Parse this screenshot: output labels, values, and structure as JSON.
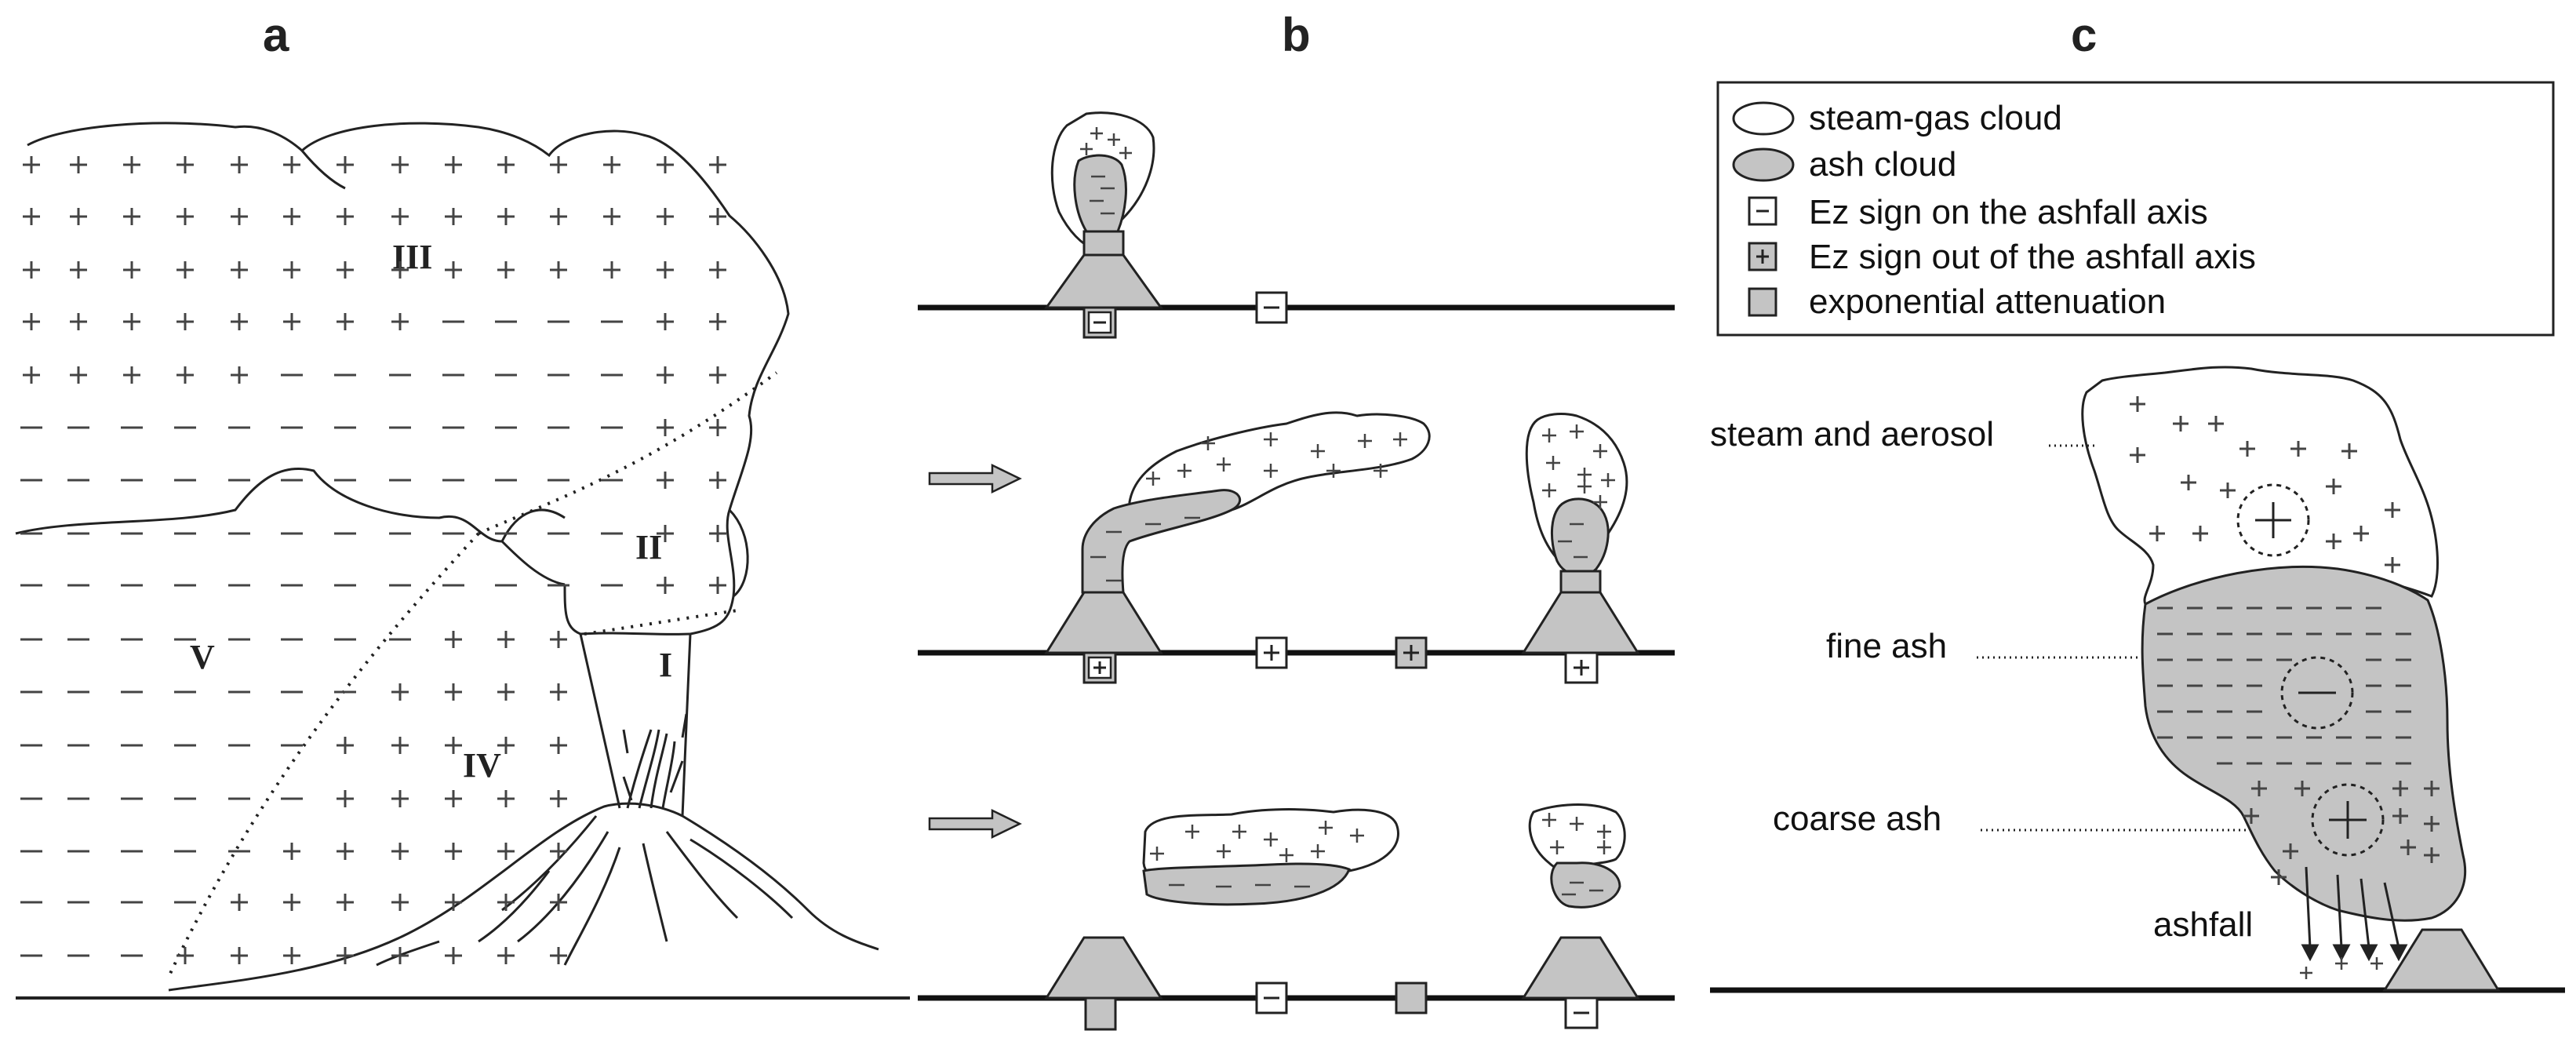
{
  "panels": {
    "a": "a",
    "b": "b",
    "c": "c"
  },
  "zones": {
    "i": "I",
    "ii": "II",
    "iii": "III",
    "iv": "IV",
    "v": "V"
  },
  "legend": [
    {
      "label": "steam-gas cloud"
    },
    {
      "label": "ash cloud"
    },
    {
      "label": "Ez sign on the ashfall axis"
    },
    {
      "label": "Ez sign out of the ashfall axis"
    },
    {
      "label": "exponential attenuation"
    }
  ],
  "annotations": {
    "steam": "steam and aerosol",
    "fine": "fine ash",
    "coarse": "coarse ash",
    "ashfall": "ashfall"
  },
  "colors": {
    "ash": "#c4c4c4",
    "line": "#222222",
    "background": "#ffffff"
  }
}
